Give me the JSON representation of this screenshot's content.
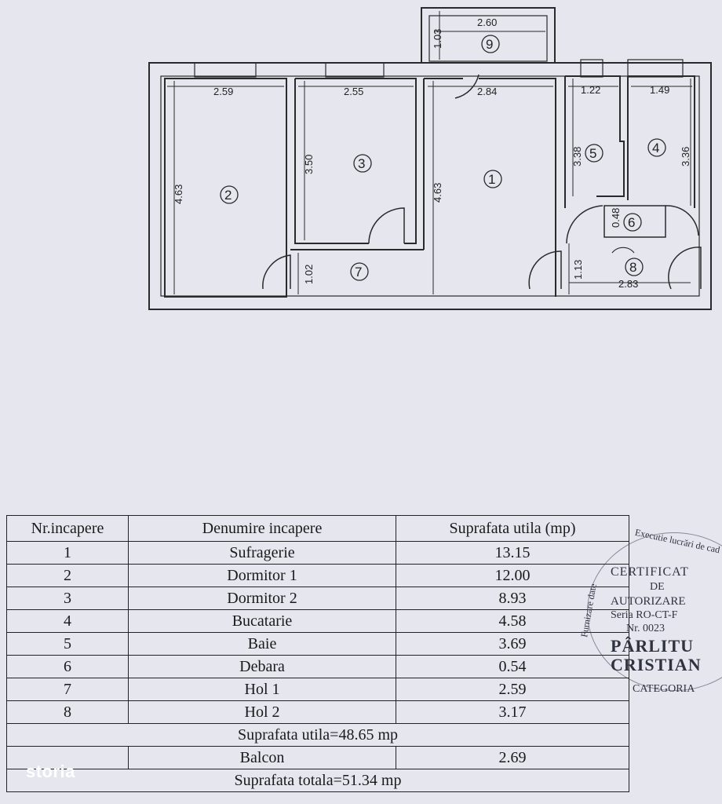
{
  "plan": {
    "dimensions": {
      "room2_width": "2.59",
      "room2_height": "4.63",
      "room3_width": "2.55",
      "room3_height": "3.50",
      "room1_width": "2.84",
      "room1_height": "4.63",
      "room5_width": "1.22",
      "room5_height": "3.38",
      "room4_width": "1.49",
      "room4_height": "3.36",
      "room6_height": "0.48",
      "room7_height": "1.02",
      "room8_height": "1.13",
      "room8_width": "2.83",
      "room9_width": "2.60",
      "room9_height": "1.03"
    },
    "room_numbers": [
      "1",
      "2",
      "3",
      "4",
      "5",
      "6",
      "7",
      "8",
      "9"
    ]
  },
  "table": {
    "headers": [
      "Nr.incapere",
      "Denumire incapere",
      "Suprafata utila (mp)"
    ],
    "rows": [
      {
        "nr": "1",
        "name": "Sufragerie",
        "area": "13.15"
      },
      {
        "nr": "2",
        "name": "Dormitor 1",
        "area": "12.00"
      },
      {
        "nr": "3",
        "name": "Dormitor 2",
        "area": "8.93"
      },
      {
        "nr": "4",
        "name": "Bucatarie",
        "area": "4.58"
      },
      {
        "nr": "5",
        "name": "Baie",
        "area": "3.69"
      },
      {
        "nr": "6",
        "name": "Debara",
        "area": "0.54"
      },
      {
        "nr": "7",
        "name": "Hol 1",
        "area": "2.59"
      },
      {
        "nr": "8",
        "name": "Hol 2",
        "area": "3.17"
      }
    ],
    "useful_total": "Suprafata utila=48.65 mp",
    "balcony_label": "Balcon",
    "balcony_area": "2.69",
    "grand_total": "Suprafata totala=51.34 mp"
  },
  "stamp": {
    "arc_top": "Executie lucrări de cad",
    "arc_left": "Furnizare date",
    "lines": [
      "CERTIFICAT",
      "DE",
      "AUTORIZARE",
      "Seria RO-CT-F",
      "Nr. 0023",
      "PÂRLITU",
      "CRISTIAN"
    ],
    "bottom": "CATEGORIA"
  },
  "watermark": "storia"
}
